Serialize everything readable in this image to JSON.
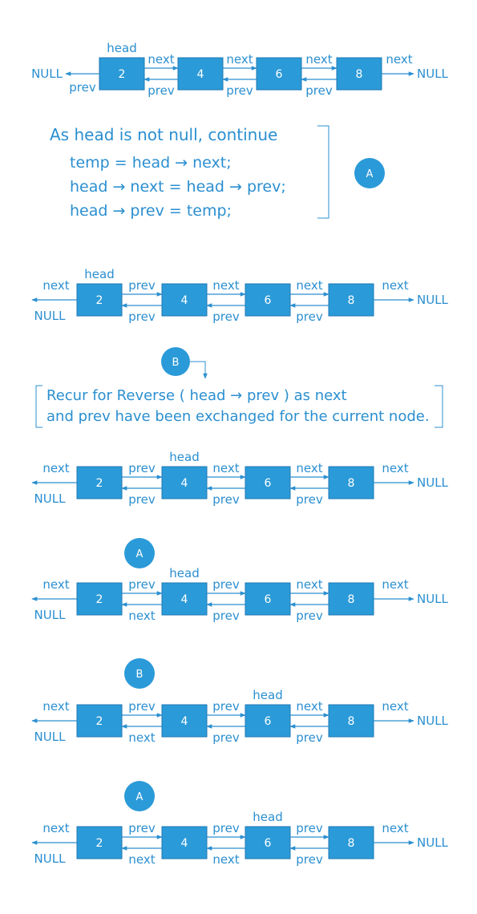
{
  "colors": {
    "accent": "#2b8fd0",
    "node_fill": "#2b9ad8",
    "node_stroke": "#1f78b4",
    "text_on_node": "#ffffff"
  },
  "code_block": {
    "title": "As head is not null, continue",
    "lines": [
      "temp = head → next;",
      "head → next = head → prev;",
      "head → prev = temp;"
    ]
  },
  "step_markers": {
    "a": "A",
    "b": "B"
  },
  "recur_note": {
    "line1": "Recur for Reverse ( head → prev )  as next",
    "line2": "and prev have been exchanged for the current node."
  },
  "null_label": "NULL",
  "rows": [
    {
      "nodes": [
        "2",
        "4",
        "6",
        "8"
      ],
      "head_index": 0,
      "left": {
        "end": "NULL",
        "link": "prev"
      },
      "links": [
        {
          "top": "next",
          "bottom": "prev"
        },
        {
          "top": "next",
          "bottom": "prev"
        },
        {
          "top": "next",
          "bottom": "prev"
        }
      ],
      "right": {
        "link": "next",
        "end": "NULL"
      }
    },
    {
      "nodes": [
        "2",
        "4",
        "6",
        "8"
      ],
      "head_index": 0,
      "left": {
        "end": "NULL",
        "link": "next"
      },
      "links": [
        {
          "top": "prev",
          "bottom": "prev"
        },
        {
          "top": "next",
          "bottom": "prev"
        },
        {
          "top": "next",
          "bottom": "prev"
        }
      ],
      "right": {
        "link": "next",
        "end": "NULL"
      }
    },
    {
      "nodes": [
        "2",
        "4",
        "6",
        "8"
      ],
      "head_index": 1,
      "left": {
        "end": "NULL",
        "link": "next"
      },
      "links": [
        {
          "top": "prev",
          "bottom": "prev"
        },
        {
          "top": "next",
          "bottom": "prev"
        },
        {
          "top": "next",
          "bottom": "prev"
        }
      ],
      "right": {
        "link": "next",
        "end": "NULL"
      }
    },
    {
      "nodes": [
        "2",
        "4",
        "6",
        "8"
      ],
      "head_index": 1,
      "left": {
        "end": "NULL",
        "link": "next"
      },
      "links": [
        {
          "top": "prev",
          "bottom": "next"
        },
        {
          "top": "prev",
          "bottom": "prev"
        },
        {
          "top": "next",
          "bottom": "prev"
        }
      ],
      "right": {
        "link": "next",
        "end": "NULL"
      }
    },
    {
      "nodes": [
        "2",
        "4",
        "6",
        "8"
      ],
      "head_index": 2,
      "left": {
        "end": "NULL",
        "link": "next"
      },
      "links": [
        {
          "top": "prev",
          "bottom": "next"
        },
        {
          "top": "prev",
          "bottom": "prev"
        },
        {
          "top": "next",
          "bottom": "prev"
        }
      ],
      "right": {
        "link": "next",
        "end": "NULL"
      }
    },
    {
      "nodes": [
        "2",
        "4",
        "6",
        "8"
      ],
      "head_index": 2,
      "left": {
        "end": "NULL",
        "link": "next"
      },
      "links": [
        {
          "top": "prev",
          "bottom": "next"
        },
        {
          "top": "prev",
          "bottom": "next"
        },
        {
          "top": "prev",
          "bottom": "prev"
        }
      ],
      "right": {
        "link": "next",
        "end": "NULL"
      }
    }
  ]
}
